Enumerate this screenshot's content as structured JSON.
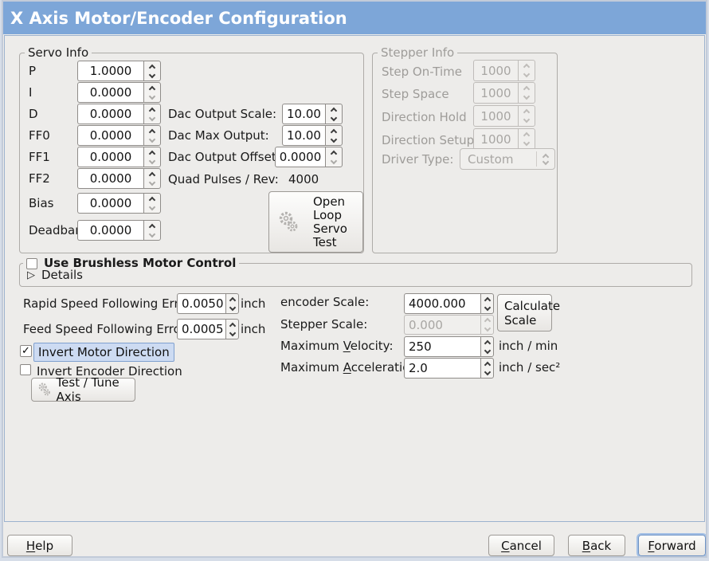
{
  "title": "X Axis Motor/Encoder Configuration",
  "icons": {
    "expander_collapsed": "▷",
    "checkmark": "✓"
  },
  "colors": {
    "titlebar_blue": "#7da6d8",
    "background": "#edecea",
    "focus_highlight_bg": "#cddbf2",
    "disabled_text": "#9e9c99"
  },
  "servo_info": {
    "legend": "Servo Info",
    "fields": [
      {
        "label": "P",
        "value": "1.0000"
      },
      {
        "label": "I",
        "value": "0.0000"
      },
      {
        "label": "D",
        "value": "0.0000"
      },
      {
        "label": "FF0",
        "value": "0.0000"
      },
      {
        "label": "FF1",
        "value": "0.0000"
      },
      {
        "label": "FF2",
        "value": "0.0000"
      },
      {
        "label": "Bias",
        "value": "0.0000"
      },
      {
        "label": "Deadband",
        "value": "0.0000"
      }
    ],
    "dac_fields": [
      {
        "label": "Dac Output Scale:",
        "value": "10.00"
      },
      {
        "label": "Dac Max Output:",
        "value": "10.00"
      },
      {
        "label": "Dac Output Offset:",
        "value": "0.0000"
      }
    ],
    "quad_pulses_label": "Quad Pulses / Rev:",
    "quad_pulses_value": "4000",
    "open_loop_button_lines": [
      "Open",
      "Loop",
      "Servo",
      "Test"
    ]
  },
  "stepper_info": {
    "legend": "Stepper Info",
    "fields": [
      {
        "label": "Step On-Time",
        "value": "1000"
      },
      {
        "label": "Step Space",
        "value": "1000"
      },
      {
        "label": "Direction Hold",
        "value": "1000"
      },
      {
        "label": "Direction Setup",
        "value": "1000"
      }
    ],
    "driver_type_label": "Driver Type:",
    "driver_type_value": "Custom"
  },
  "brushless": {
    "label": "Use Brushless Motor Control",
    "details_label": "Details"
  },
  "following_error": {
    "rapid_label": "Rapid Speed Following Error:",
    "rapid_value": "0.0050",
    "rapid_unit": "inch",
    "feed_label": "Feed Speed Following Error:",
    "feed_value": "0.0005",
    "feed_unit": "inch"
  },
  "invert": {
    "motor_label": "Invert Motor Direction",
    "encoder_label": "Invert Encoder Direction"
  },
  "test_tune_button_label": "Test / Tune Axis",
  "scaling": {
    "encoder_scale_label": "encoder Scale:",
    "encoder_scale_value": "4000.000",
    "stepper_scale_label": "Stepper Scale:",
    "stepper_scale_value": "0.000",
    "calculate_button_lines": [
      "Calculate",
      "Scale"
    ],
    "max_velocity_label": {
      "pre": "Maximum ",
      "mnemonic": "V",
      "post": "elocity:"
    },
    "max_velocity_value": "250",
    "max_velocity_unit": "inch / min",
    "max_acceleration_label": {
      "pre": "Maximum ",
      "mnemonic": "A",
      "post": "cceleration:"
    },
    "max_acceleration_value": "2.0",
    "max_acceleration_unit": "inch / sec²"
  },
  "footer": {
    "help": {
      "pre": "",
      "mnemonic": "H",
      "post": "elp"
    },
    "cancel": {
      "pre": "",
      "mnemonic": "C",
      "post": "ancel"
    },
    "back": {
      "pre": "",
      "mnemonic": "B",
      "post": "ack"
    },
    "forward": {
      "pre": "",
      "mnemonic": "F",
      "post": "orward"
    }
  }
}
